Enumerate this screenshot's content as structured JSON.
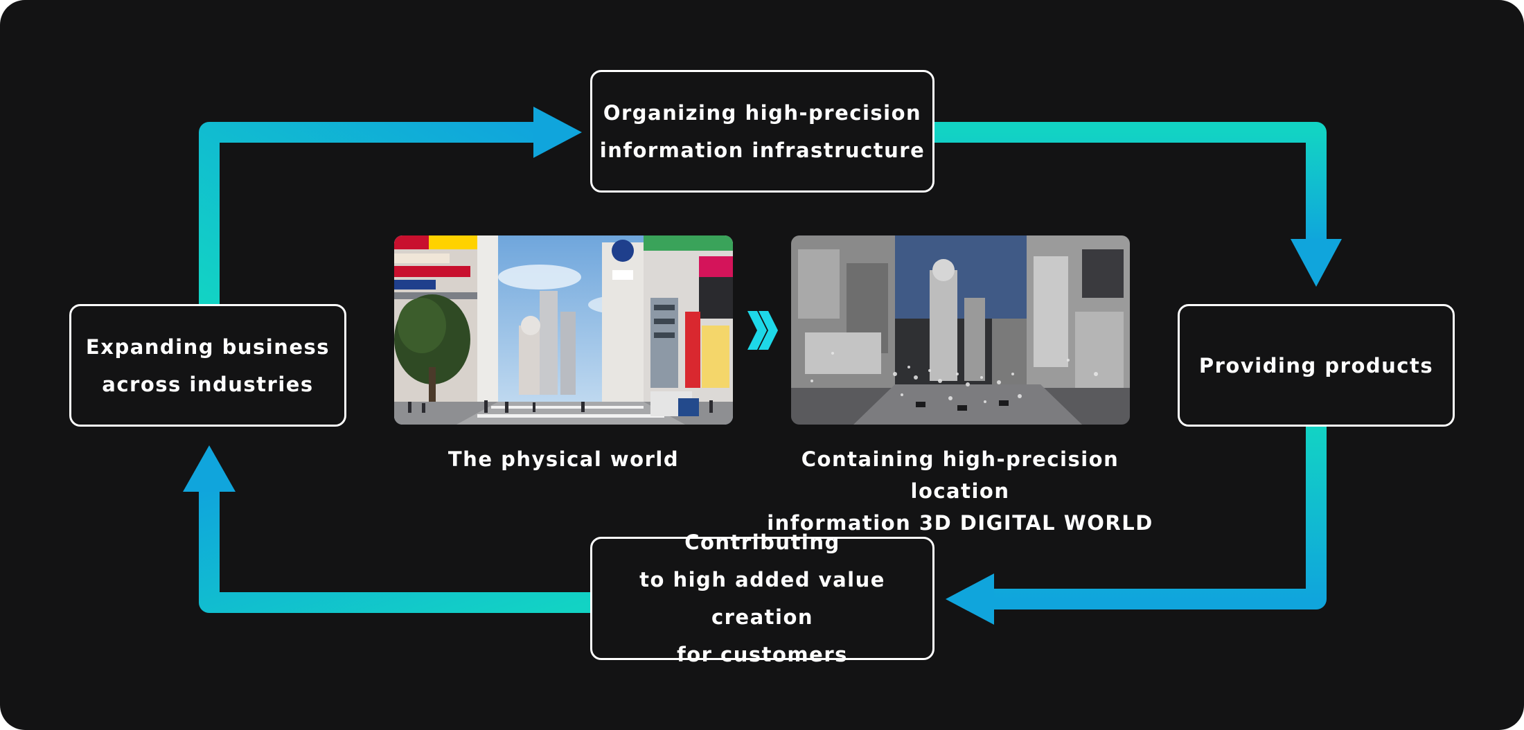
{
  "nodes": {
    "top": "Organizing high-precision\ninformation infrastructure",
    "right": "Providing products",
    "bottom": "Contributing\nto high added value creation\nfor customers",
    "left": "Expanding business\nacross industries"
  },
  "captions": {
    "physical": "The physical world",
    "digital": "Containing high-precision location\ninformation 3D DIGITAL WORLD"
  },
  "images": {
    "physical": "city-street-photo",
    "digital": "grayscale-3d-point-cloud-city"
  },
  "colors": {
    "background": "#131314",
    "arrow_teal": "#12d3c4",
    "arrow_blue": "#10a5dc",
    "chevron": "#1ed8e8",
    "box_border": "#ffffff"
  }
}
